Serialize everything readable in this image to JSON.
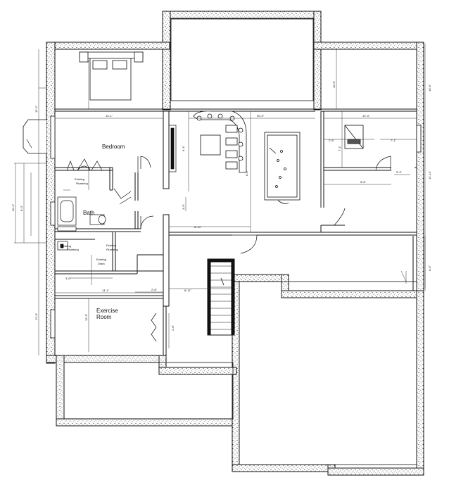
{
  "rooms": {
    "bedroom": "Bedroom",
    "bath": "Bath",
    "exercise_line1": "Exercise",
    "exercise_line2": "Room"
  },
  "notes": {
    "existing_plumbing_1a": "Existing",
    "existing_plumbing_1b": "Plumbing",
    "existing_plumbing_2a": "Existing",
    "existing_plumbing_2b": "Plumbing",
    "existing_plumbing_3a": "Existing",
    "existing_plumbing_3b": "Plumbing",
    "existing_drain_a": "Existing",
    "existing_drain_b": "Drain"
  },
  "dimensions": {
    "bedroom_width": "14'-1\"",
    "bedroom_height": "12'-2\"",
    "exercise_width": "14'-1\"",
    "exercise_height": "12'-6\"",
    "rec_width": "30'-3\"",
    "right_top_width": "10'-6\"",
    "right_top_height": "10'-6\"",
    "right_mid_width": "12'-3\"",
    "right_side_height": "12'-11\"",
    "hall_width": "8'-10\"",
    "stair_gap": "8'-11\"",
    "closet_depth": "7'-1\"",
    "closet_small": "5'-3\"",
    "left_overall": "30'-4\"",
    "bath_height": "8'-0\"",
    "bath_width": "5'-8\"",
    "misc_1": "2'-6\"",
    "misc_2": "3'-6\"",
    "misc_3": "2'-8\"",
    "misc_4": "6'-4\"",
    "misc_5": "8'-5\"",
    "misc_6": "4'-0\""
  }
}
